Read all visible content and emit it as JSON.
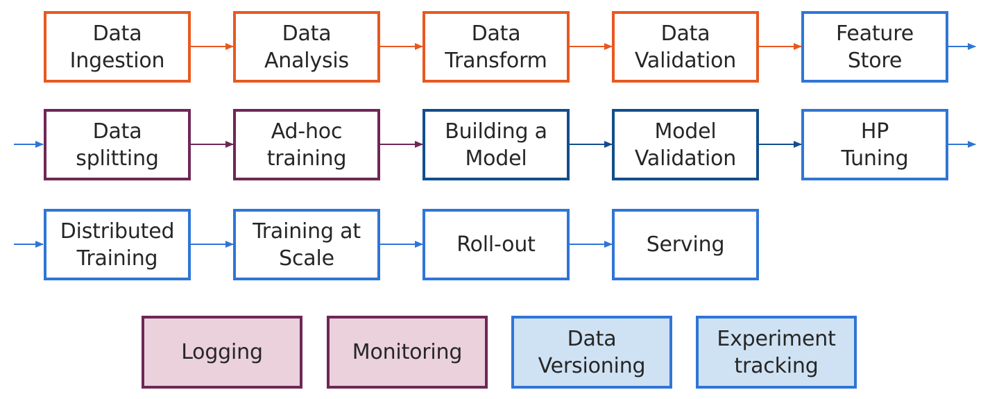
{
  "colors": {
    "orange": "#e8581f",
    "purple": "#6e2755",
    "navy": "#124e8c",
    "blue": "#2f75d6",
    "pink_fill": "#ead1dc",
    "light_blue_fill": "#cfe2f3"
  },
  "pipeline": {
    "row1": {
      "data_ingestion": "Data\nIngestion",
      "data_analysis": "Data\nAnalysis",
      "data_transform": "Data\nTransform",
      "data_validation": "Data\nValidation",
      "feature_store": "Feature\nStore"
    },
    "row2": {
      "data_splitting": "Data\nsplitting",
      "adhoc_training": "Ad-hoc\ntraining",
      "building_model": "Building a\nModel",
      "model_validation": "Model\nValidation",
      "hp_tuning": "HP\nTuning"
    },
    "row3": {
      "distributed_training": "Distributed\nTraining",
      "training_at_scale": "Training at\nScale",
      "rollout": "Roll-out",
      "serving": "Serving"
    }
  },
  "cross_cutting": {
    "logging": "Logging",
    "monitoring": "Monitoring",
    "data_versioning": "Data\nVersioning",
    "experiment_tracking": "Experiment\ntracking"
  }
}
